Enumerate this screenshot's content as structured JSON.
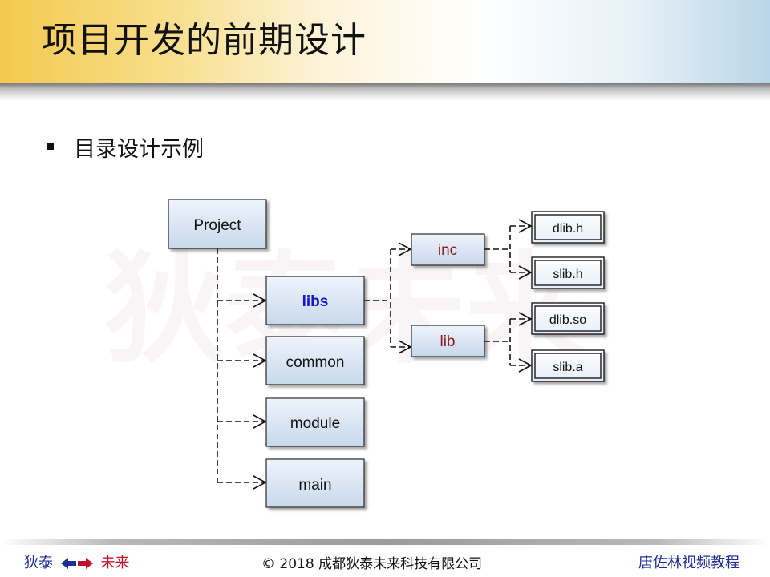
{
  "slide": {
    "title": "项目开发的前期设计",
    "bullet": "目录设计示例",
    "watermark": "狄泰未来"
  },
  "diagram": {
    "root": "Project",
    "children": [
      "libs",
      "common",
      "module",
      "main"
    ],
    "libs_children": [
      "inc",
      "lib"
    ],
    "inc_files": [
      "dlib.h",
      "slib.h"
    ],
    "lib_files": [
      "dlib.so",
      "slib.a"
    ]
  },
  "footer": {
    "brand_left": "狄泰",
    "brand_right": "未来",
    "copyright": "© 2018 成都狄泰未来科技有限公司",
    "author": "唐佐林视频教程"
  },
  "colors": {
    "accent_blue": "#1f2d9a",
    "accent_red": "#c0102a",
    "folder_label_red": "#8b1a1a",
    "libs_label_blue": "#1515cc"
  }
}
